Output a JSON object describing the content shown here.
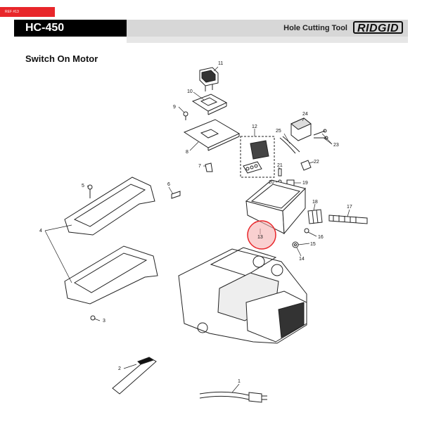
{
  "header": {
    "ref_tag": "REF #13",
    "model": "HC-450",
    "tool_title": "Hole Cutting Tool",
    "brand": "RIDGID",
    "colors": {
      "ref_tag": "#e8262a",
      "model_block": "#000000",
      "bar": "#d7d7d7"
    }
  },
  "section": {
    "title": "Switch On Motor"
  },
  "diagram": {
    "callouts": [
      "1",
      "2",
      "3",
      "4",
      "5",
      "6",
      "7",
      "8",
      "9",
      "10",
      "11",
      "12",
      "13",
      "14",
      "15",
      "16",
      "17",
      "18",
      "19",
      "20",
      "21",
      "22",
      "23",
      "24",
      "25"
    ],
    "highlighted_part": "13",
    "highlight_color": "#e8262a"
  }
}
